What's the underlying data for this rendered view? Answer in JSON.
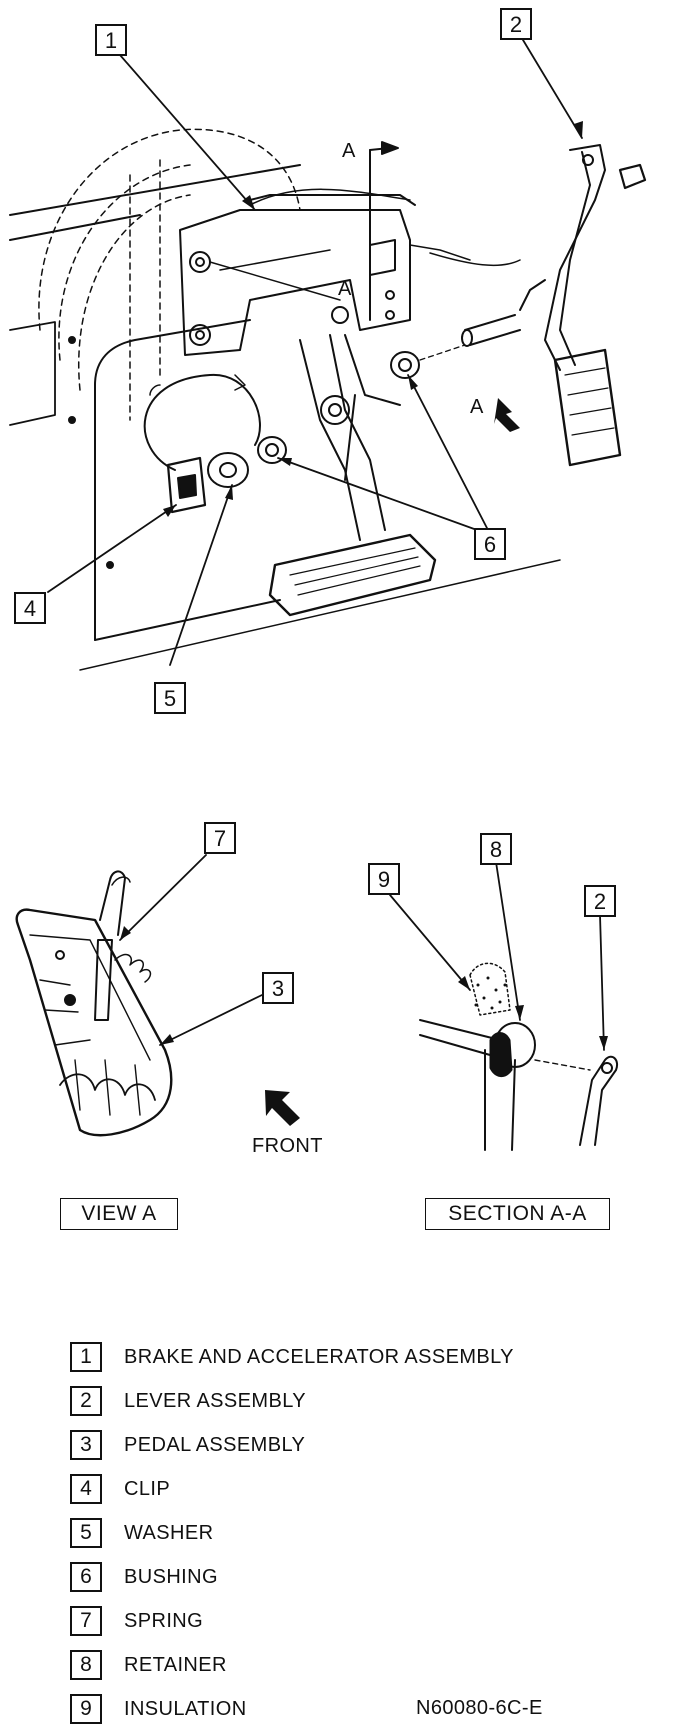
{
  "callouts": {
    "c1": "1",
    "c2": "2",
    "c4": "4",
    "c5": "5",
    "c6": "6",
    "c7": "7",
    "c3": "3",
    "c9": "9",
    "c8": "8",
    "c2b": "2"
  },
  "view_markers": {
    "a_top": "A",
    "a_mid": "A",
    "a_arrow": "A",
    "front": "FRONT"
  },
  "view_labels": {
    "view_a": "VIEW A",
    "section_aa": "SECTION A-A"
  },
  "legend": [
    {
      "num": "1",
      "label": "BRAKE AND ACCELERATOR ASSEMBLY"
    },
    {
      "num": "2",
      "label": "LEVER ASSEMBLY"
    },
    {
      "num": "3",
      "label": "PEDAL ASSEMBLY"
    },
    {
      "num": "4",
      "label": "CLIP"
    },
    {
      "num": "5",
      "label": "WASHER"
    },
    {
      "num": "6",
      "label": "BUSHING"
    },
    {
      "num": "7",
      "label": "SPRING"
    },
    {
      "num": "8",
      "label": "RETAINER"
    },
    {
      "num": "9",
      "label": "INSULATION"
    }
  ],
  "figure_code": "N60080-6C-E"
}
